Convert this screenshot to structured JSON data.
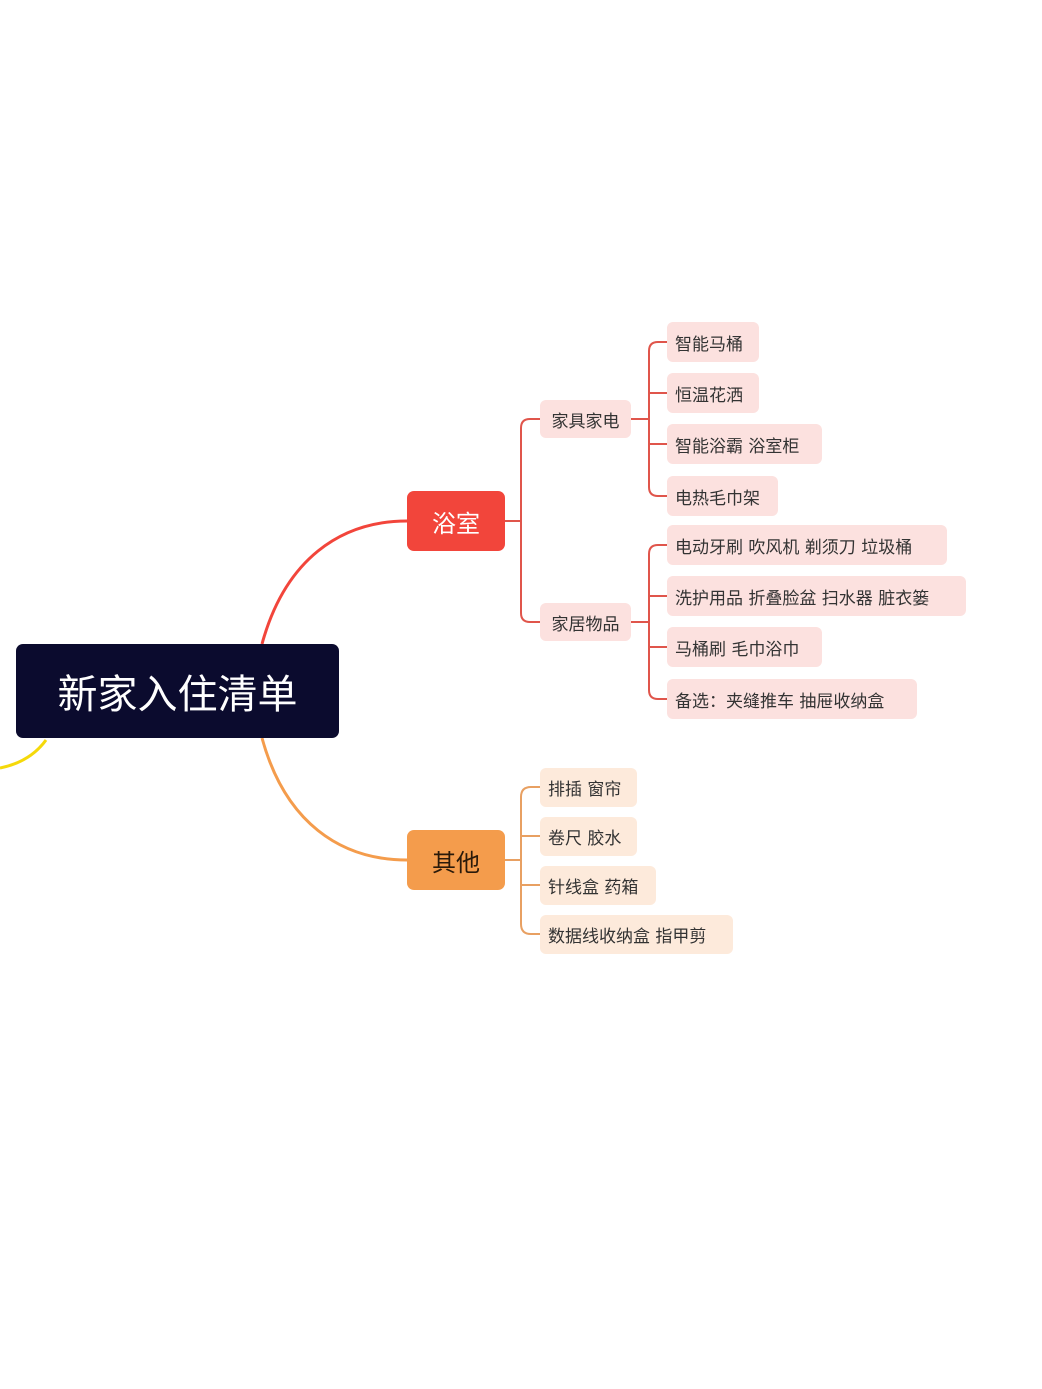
{
  "root": {
    "title": "新家入住清单"
  },
  "colors": {
    "root_bg": "#0b0b2e",
    "bathroom": "#f2453b",
    "bathroom_light": "#fce1df",
    "other": "#f49c4c",
    "other_light": "#fdeadb",
    "offscreen_branch": "#f5d90a"
  },
  "branches": {
    "bathroom": {
      "label": "浴室",
      "groups": [
        {
          "label": "家具家电",
          "items": [
            "智能马桶",
            "恒温花洒",
            "智能浴霸 浴室柜",
            "电热毛巾架"
          ]
        },
        {
          "label": "家居物品",
          "items": [
            "电动牙刷 吹风机 剃须刀 垃圾桶",
            "洗护用品 折叠脸盆 扫水器 脏衣篓",
            "马桶刷 毛巾浴巾",
            "备选：夹缝推车 抽屉收纳盒"
          ]
        }
      ]
    },
    "other": {
      "label": "其他",
      "items": [
        "排插 窗帘",
        "卷尺 胶水",
        "针线盒 药箱",
        "数据线收纳盒 指甲剪"
      ]
    }
  }
}
